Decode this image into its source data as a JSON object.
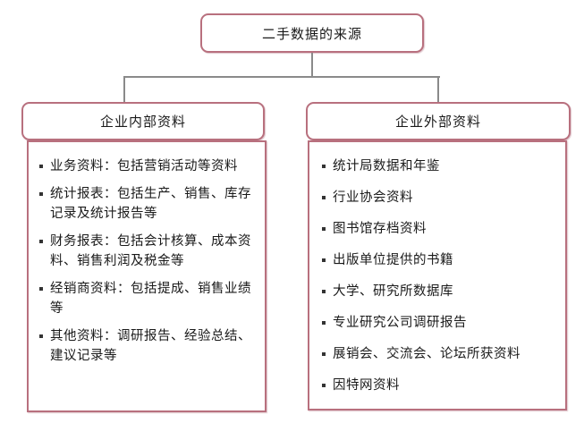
{
  "diagram": {
    "root": {
      "label": "二手数据的来源"
    },
    "branches": [
      {
        "label": "企业内部资料",
        "items": [
          "业务资料：包括营销活动等资料",
          "统计报表：包括生产、销售、库存记录及统计报告等",
          "财务报表：包括会计核算、成本资料、销售利润及税金等",
          "经销商资料：包括提成、销售业绩等",
          "其他资料：调研报告、经验总结、建议记录等"
        ]
      },
      {
        "label": "企业外部资料",
        "items": [
          "统计局数据和年鉴",
          "行业协会资料",
          "图书馆存档资料",
          "出版单位提供的书籍",
          "大学、研究所数据库",
          "专业研究公司调研报告",
          "展销会、交流会、论坛所获资料",
          "因特网资料"
        ]
      }
    ]
  },
  "colors": {
    "box_border": "#b8707e",
    "connector": "#8a8a8a",
    "text": "#1a1a1a"
  }
}
